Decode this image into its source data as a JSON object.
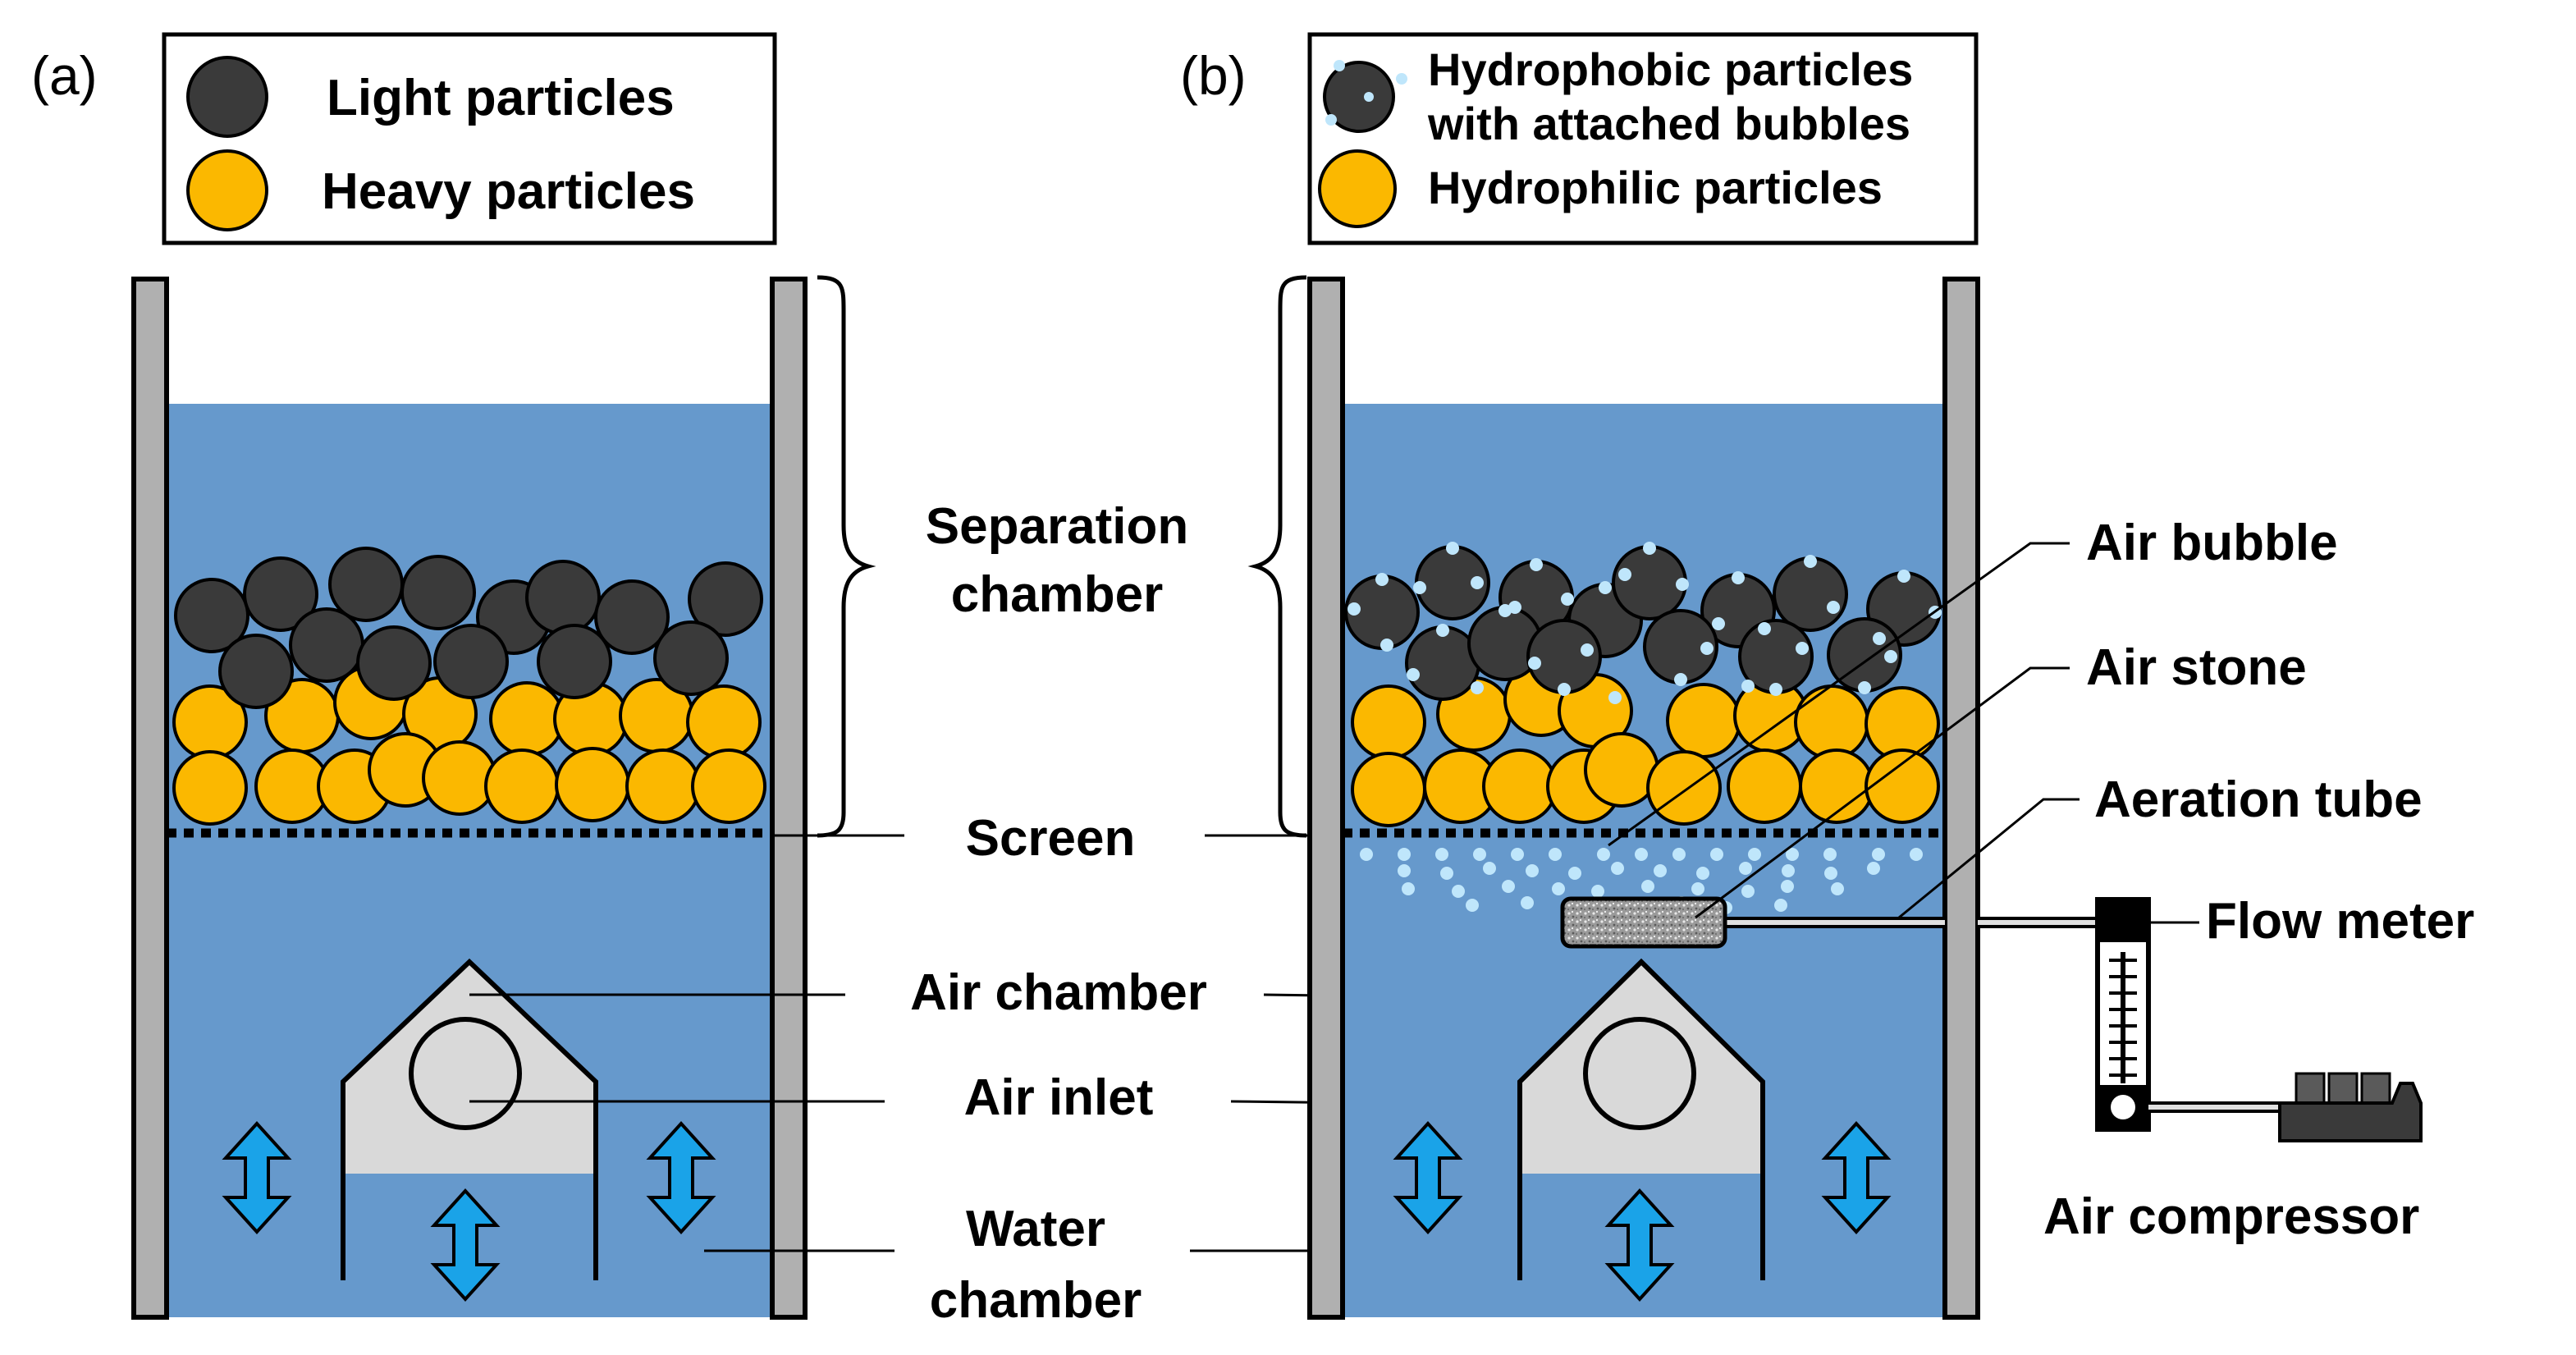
{
  "panel_a": {
    "tag": "(a)",
    "legend": {
      "light": "Light particles",
      "heavy": "Heavy particles"
    }
  },
  "panel_b": {
    "tag": "(b)",
    "legend": {
      "hydrophobic_line1": "Hydrophobic particles",
      "hydrophobic_line2": "with attached bubbles",
      "hydrophilic": "Hydrophilic particles"
    }
  },
  "labels": {
    "separation_line1": "Separation",
    "separation_line2": "chamber",
    "screen": "Screen",
    "air_chamber": "Air chamber",
    "air_inlet": "Air inlet",
    "water_line1": "Water",
    "water_line2": "chamber",
    "air_bubble": "Air bubble",
    "air_stone": "Air stone",
    "aeration_tube": "Aeration tube",
    "flow_meter": "Flow meter",
    "air_compressor": "Air compressor"
  },
  "colors": {
    "water": "#6699cc",
    "wall": "#b0b0b0",
    "dark_particle": "#3a3a3a",
    "gold_particle": "#fbb800",
    "chamber": "#d9d9d9",
    "arrow": "#1aa3e8",
    "bubble": "#bfe6fb"
  }
}
